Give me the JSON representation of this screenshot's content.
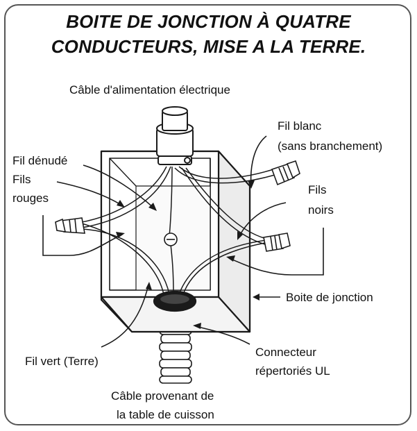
{
  "title": {
    "line1": "BOITE DE JONCTION À QUATRE",
    "line2": "CONDUCTEURS, MISE A LA TERRE."
  },
  "labels": {
    "supply_cable": "Câble d'alimentation électrique",
    "white_wire_line1": "Fil blanc",
    "white_wire_line2": "(sans branchement)",
    "bare_wire": "Fil dénudé",
    "red_wires_line1": "Fils",
    "red_wires_line2": "rouges",
    "black_wires_line1": "Fils",
    "black_wires_line2": "noirs",
    "junction_box": "Boite de jonction",
    "green_wire": "Fil vert (Terre)",
    "connector_line1": "Connecteur",
    "connector_line2": "répertoriés UL",
    "cooktop_cable_line1": "Câble provenant de",
    "cooktop_cable_line2": "la table de cuisson"
  },
  "colors": {
    "line": "#1a1a1a",
    "box_fill": "#ffffff",
    "shade": "#e6e6e6"
  }
}
